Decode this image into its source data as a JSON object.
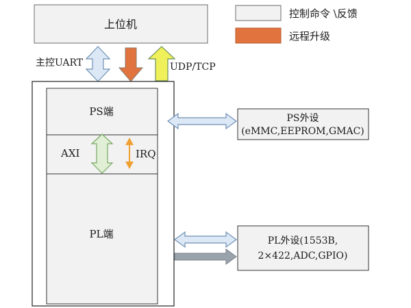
{
  "legend": [
    {
      "label": "控制命令 \\反馈",
      "color": "#f2f2f2"
    },
    {
      "label": "远程升级",
      "color": "#e0733e"
    }
  ],
  "host": {
    "label": "上位机"
  },
  "links": {
    "uart": "主控UART",
    "udp": "UDP/TCP"
  },
  "ps": {
    "label": "PS端"
  },
  "axi": {
    "label": "AXI"
  },
  "irq": {
    "label": "IRQ"
  },
  "pl": {
    "label": "PL端"
  },
  "ps_peripheral": {
    "line1": "PS外设",
    "line2": "(eMMC,EEPROM,GMAC)"
  },
  "pl_peripheral": {
    "line1": "PL外设(1553B,",
    "line2": "2×422,ADC,GPIO)"
  },
  "colors": {
    "box_fill": "#f2f2f2",
    "blue_fill": "#dce8f5",
    "blue_stroke": "#6f8fb5",
    "orange": "#e0733e",
    "yellow": "#f0f05a",
    "green_fill": "#e0efd6",
    "green_stroke": "#78a860",
    "irq": "#f0a030",
    "gray_fill": "#9aa2ab"
  }
}
